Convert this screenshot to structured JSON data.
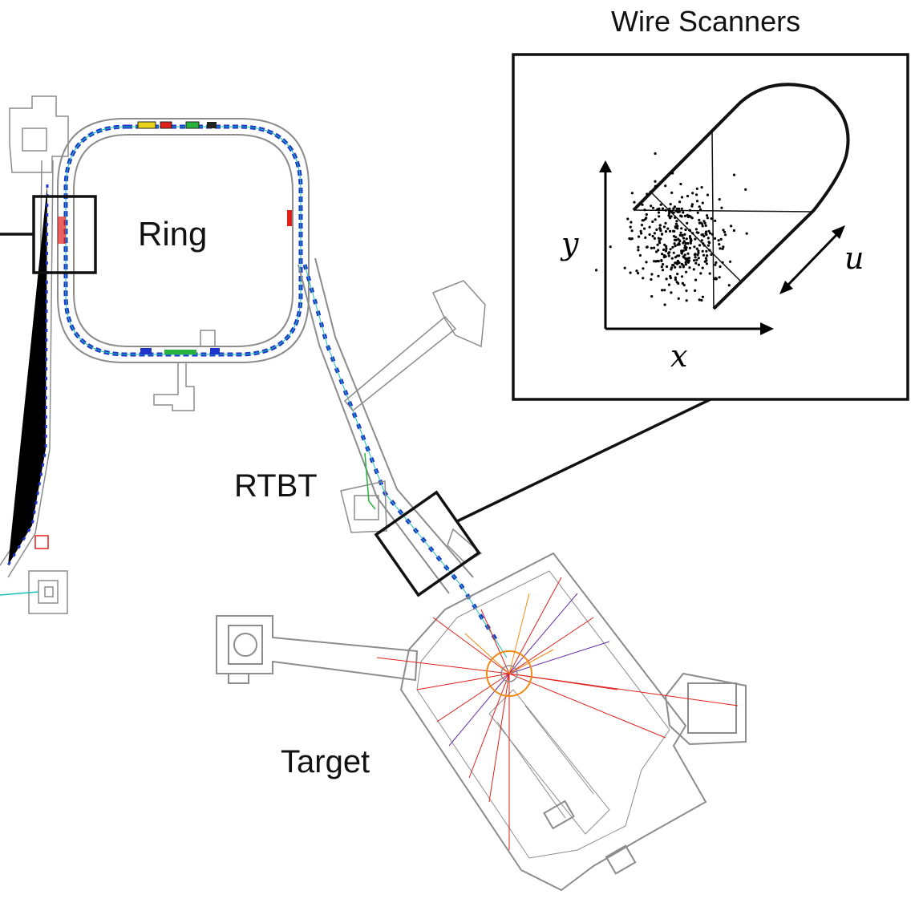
{
  "labels": {
    "ring": "Ring",
    "rtbt": "RTBT",
    "target": "Target",
    "inset_title": "Wire Scanners"
  },
  "inset_axes": {
    "x": "x",
    "y": "y",
    "u": "u"
  },
  "colors": {
    "structure": "#8c8c8c",
    "magnet": "#1f35c9",
    "beamline": "#19c0b4",
    "red": "#e0201b",
    "orange": "#f08a12",
    "green": "#26b23c",
    "purple": "#6a2ea8",
    "frame": "#111111"
  }
}
